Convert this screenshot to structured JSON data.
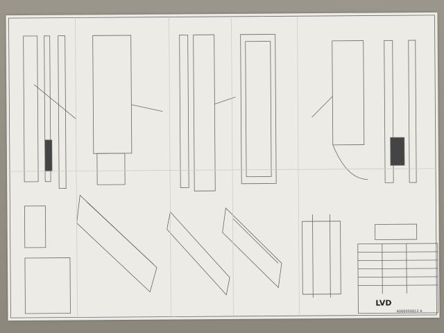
{
  "title_block": {
    "logo": "LVD",
    "drawing_number": "A000050012",
    "revision": "A"
  },
  "colors": {
    "paper": "#ecebe6",
    "ink": "#555555",
    "background": "#8f8b80"
  }
}
